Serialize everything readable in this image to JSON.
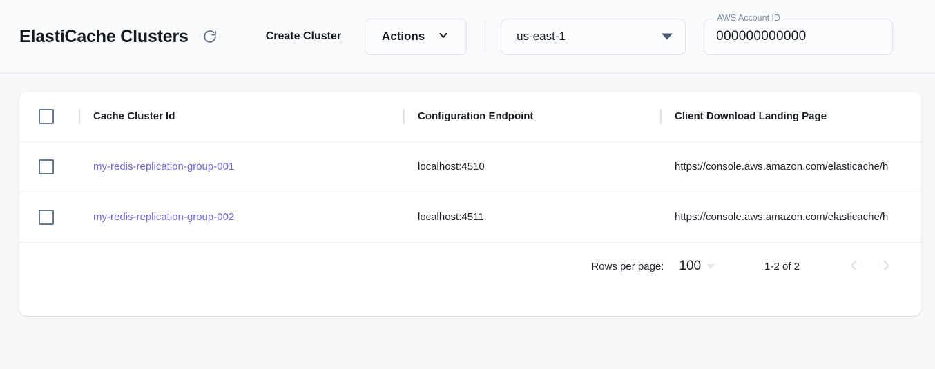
{
  "header": {
    "title": "ElastiCache Clusters",
    "refresh_icon": "refresh-icon",
    "create_cluster_label": "Create Cluster",
    "actions_label": "Actions",
    "actions_chevron_icon": "chevron-down-icon",
    "region": {
      "value": "us-east-1",
      "arrow_icon": "triangle-down-icon"
    },
    "account": {
      "label": "AWS Account ID",
      "value": "000000000000"
    }
  },
  "table": {
    "select_all_checkbox": "unchecked",
    "columns": [
      "Cache Cluster Id",
      "Configuration Endpoint",
      "Client Download Landing Page"
    ],
    "rows": [
      {
        "checkbox": "unchecked",
        "cluster_id": "my-redis-replication-group-001",
        "endpoint": "localhost:4510",
        "landing_page": "https://console.aws.amazon.com/elasticache/h"
      },
      {
        "checkbox": "unchecked",
        "cluster_id": "my-redis-replication-group-002",
        "endpoint": "localhost:4511",
        "landing_page": "https://console.aws.amazon.com/elasticache/h"
      }
    ]
  },
  "pagination": {
    "rows_per_page_label": "Rows per page:",
    "rows_per_page_value": "100",
    "rows_per_page_arrow_icon": "caret-down-icon",
    "range_label": "1-2 of 2",
    "prev_icon": "chevron-left-icon",
    "next_icon": "chevron-right-icon"
  },
  "colors": {
    "page_bg": "#f6f8fa",
    "header_bg": "#f8fafc",
    "card_bg": "#ffffff",
    "link": "#6f66d6",
    "checkbox_border": "#64798f",
    "text": "#1b1f27",
    "muted": "#7d8da1"
  }
}
